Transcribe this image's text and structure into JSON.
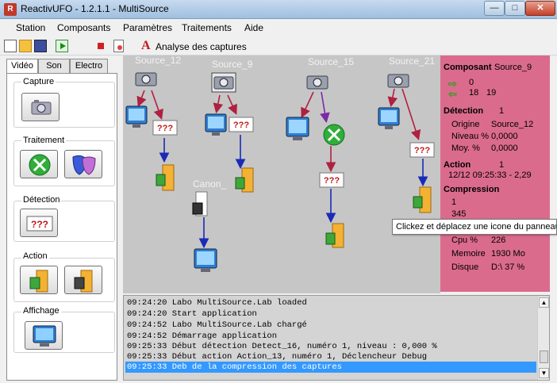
{
  "window": {
    "title": "ReactivUFO - 1.2.1.1 - MultiSource",
    "app_icon": "R",
    "min": "—",
    "max": "□",
    "close": "✕"
  },
  "menu": [
    "Station",
    "Composants",
    "Paramètres",
    "Traitements",
    "Aide"
  ],
  "toolbar": {
    "analyse_icon": "A",
    "analyse_label": "Analyse des captures"
  },
  "tabs": [
    "Vidéo",
    "Son",
    "Electro"
  ],
  "groups": {
    "capture": "Capture",
    "traitement": "Traitement",
    "detection": "Détection",
    "action": "Action",
    "affichage": "Affichage"
  },
  "canvas": {
    "labels": {
      "s12": "Source_12",
      "s9": "Source_9",
      "s15": "Source_15",
      "s21": "Source_21",
      "canon": "Canon_"
    },
    "qqq": "???"
  },
  "props": {
    "composant_label": "Composant",
    "composant_value": "Source_9",
    "arrows_in": "0",
    "arrows_out_a": "18",
    "arrows_out_b": "19",
    "detection_label": "Détection",
    "detection_value": "1",
    "origine_label": "Origine",
    "origine_value": "Source_12",
    "niveau_label": "Niveau %",
    "niveau_value": "0,0000",
    "moy_label": "Moy. %",
    "moy_value": "0,0000",
    "action_label": "Action",
    "action_value": "1",
    "action_time": "12/12 09:25:33 - 2,29",
    "compression_label": "Compression",
    "compression_1": "1",
    "compression_2": "345",
    "cpu_label": "Cpu %",
    "cpu_value": "226",
    "memoire_label": "Memoire",
    "memoire_value": "1930 Mo",
    "disque_label": "Disque",
    "disque_value": "D:\\ 37 %"
  },
  "tooltip": "Clickez et déplacez une icone du panneau",
  "log": [
    "09:24:20 Labo MultiSource.Lab loaded",
    "09:24:20 Start application",
    "09:24:52 Labo MultiSource.Lab chargé",
    "09:24:52 Démarrage application",
    "09:25:33 Début détection Detect_16, numéro 1, niveau : 0,000 %",
    "09:25:33 Début action Action_13, numéro 1, Déclencheur Debug",
    "09:25:33 Deb de la compression des captures"
  ],
  "colors": {
    "canvas": "#c6c6c6",
    "props": "#db6b8c",
    "selection": "#3399ff",
    "arrow_red": "#b02040",
    "arrow_blue": "#1a2ab8",
    "arrow_purple": "#7a2aa8"
  }
}
